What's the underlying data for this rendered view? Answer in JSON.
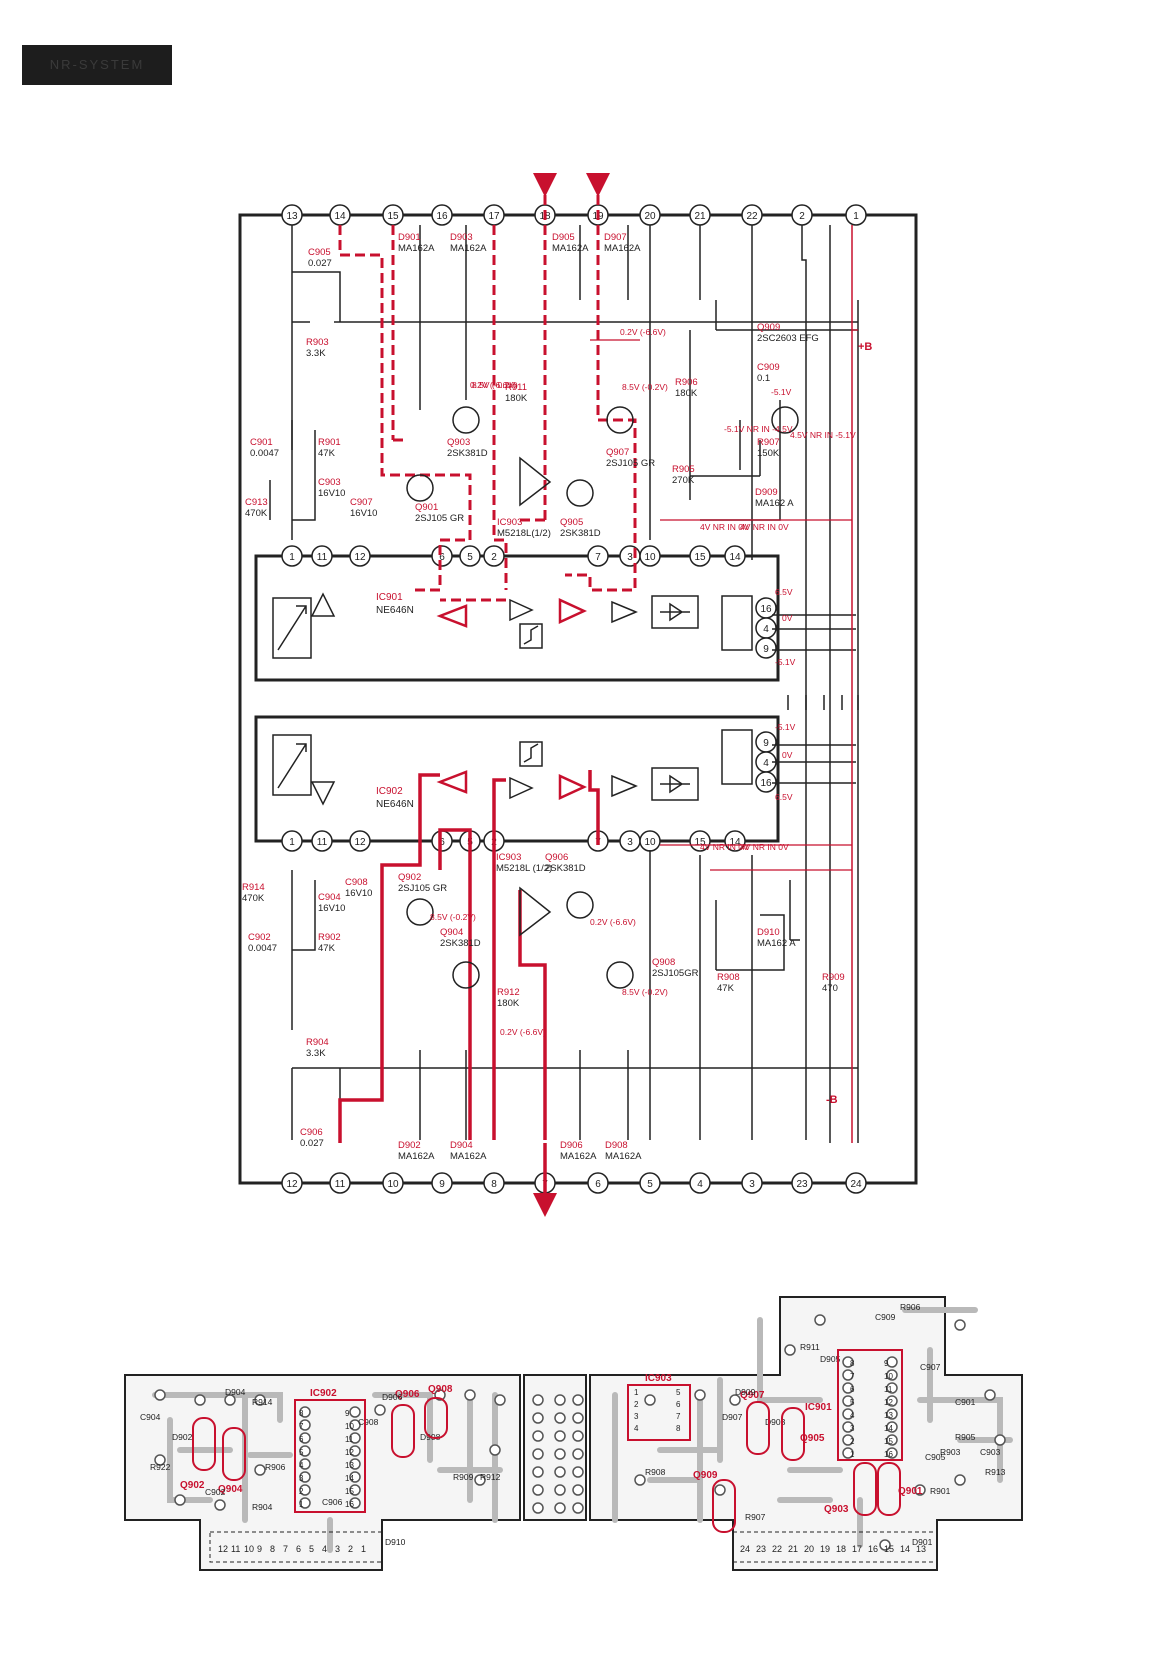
{
  "page_label": "NR-SYSTEM",
  "pins_top": [
    "13",
    "14",
    "15",
    "16",
    "17",
    "18",
    "19",
    "20",
    "21",
    "22",
    "2",
    "1"
  ],
  "pins_bottom": [
    "12",
    "11",
    "10",
    "9",
    "8",
    "7",
    "6",
    "5",
    "4",
    "3",
    "23",
    "24"
  ],
  "rails": {
    "pos": "+B",
    "neg": "-B"
  },
  "ic901": {
    "name": "IC901",
    "part": "NE646N",
    "pins_top": [
      "1",
      "11",
      "12",
      "6",
      "5",
      "2",
      "7",
      "3",
      "10",
      "15",
      "14"
    ],
    "pins_right": [
      "16",
      "4",
      "9"
    ]
  },
  "ic902": {
    "name": "IC902",
    "part": "NE646N",
    "pins_bottom": [
      "1",
      "11",
      "12",
      "6",
      "5",
      "2",
      "7",
      "3",
      "10",
      "15",
      "14"
    ],
    "pins_right": [
      "9",
      "4",
      "16"
    ]
  },
  "components_top": [
    {
      "ref": "D901",
      "val": "MA162A"
    },
    {
      "ref": "D903",
      "val": "MA162A"
    },
    {
      "ref": "D905",
      "val": "MA162A"
    },
    {
      "ref": "D907",
      "val": "MA162A"
    },
    {
      "ref": "C905",
      "val": "0.027"
    },
    {
      "ref": "R903",
      "val": "3.3K"
    },
    {
      "ref": "C901",
      "val": "0.0047"
    },
    {
      "ref": "R901",
      "val": "47K"
    },
    {
      "ref": "C903",
      "val": "16V10"
    },
    {
      "ref": "C913",
      "val": "470K"
    },
    {
      "ref": "C907",
      "val": "16V10"
    },
    {
      "ref": "Q901",
      "val": "2SJ105 GR"
    },
    {
      "ref": "Q903",
      "val": "2SK381D"
    },
    {
      "ref": "R911",
      "val": "180K"
    },
    {
      "ref": "IC903",
      "val": "M5218L(1/2)"
    },
    {
      "ref": "Q905",
      "val": "2SK381D"
    },
    {
      "ref": "Q907",
      "val": "2SJ105 GR"
    },
    {
      "ref": "R906",
      "val": "180K"
    },
    {
      "ref": "R905",
      "val": "270K"
    },
    {
      "ref": "Q909",
      "val": "2SC2603 EFG"
    },
    {
      "ref": "C909",
      "val": "0.1"
    },
    {
      "ref": "R907",
      "val": "150K"
    },
    {
      "ref": "D909",
      "val": "MA162 A"
    }
  ],
  "components_bottom": [
    {
      "ref": "R914",
      "val": "470K"
    },
    {
      "ref": "C904",
      "val": "16V10"
    },
    {
      "ref": "C902",
      "val": "0.0047"
    },
    {
      "ref": "R902",
      "val": "47K"
    },
    {
      "ref": "C908",
      "val": "16V10"
    },
    {
      "ref": "Q902",
      "val": "2SJ105 GR"
    },
    {
      "ref": "Q904",
      "val": "2SK381D"
    },
    {
      "ref": "IC903",
      "val": "M5218L (1/2)"
    },
    {
      "ref": "Q906",
      "val": "2SK381D"
    },
    {
      "ref": "Q908",
      "val": "2SJ105GR"
    },
    {
      "ref": "R912",
      "val": "180K"
    },
    {
      "ref": "R904",
      "val": "3.3K"
    },
    {
      "ref": "C906",
      "val": "0.027"
    },
    {
      "ref": "D902",
      "val": "MA162A"
    },
    {
      "ref": "D904",
      "val": "MA162A"
    },
    {
      "ref": "D906",
      "val": "MA162A"
    },
    {
      "ref": "D908",
      "val": "MA162A"
    },
    {
      "ref": "D910",
      "val": "MA162 A"
    },
    {
      "ref": "R908",
      "val": "47K"
    },
    {
      "ref": "R909",
      "val": "470"
    }
  ],
  "voltages_top": [
    "0.2V (-6.6V)",
    "0.2V (-6.6V)",
    "8.5V (-0.2V)",
    "8.5V (-0.2V)",
    "-5.1V",
    "-5.1V NR IN -4.5V",
    "4.5V NR IN -5.1V",
    "4V NR IN 0V",
    "4V NR IN 0V",
    "6.5V",
    "-5.1V",
    "0V"
  ],
  "voltages_bottom": [
    "8.5V (-0.2V)",
    "0.2V (-6.6V)",
    "0.2V (-6.6V)",
    "8.5V (-0.2V)",
    "4V NR IN 0V",
    "4V NR IN 0V",
    "-5.1V",
    "6.5V",
    "0V"
  ],
  "pcb_labels_red": [
    "IC902",
    "Q906",
    "Q908",
    "Q902",
    "Q904",
    "IC903",
    "Q907",
    "IC901",
    "Q905",
    "Q909",
    "Q903",
    "Q901"
  ],
  "pcb_labels_black": [
    "C904",
    "D902",
    "D904",
    "R914",
    "R922",
    "C902",
    "R906",
    "R904",
    "C906",
    "C908",
    "D906",
    "D908",
    "D910",
    "R909",
    "R912",
    "R908",
    "R907",
    "R911",
    "D905",
    "C909",
    "R906",
    "C907",
    "C901",
    "R905",
    "R903",
    "C905",
    "C903",
    "R913",
    "R901",
    "D901",
    "D907",
    "D909",
    "D903"
  ],
  "pcb_left_pins": [
    "12",
    "11",
    "10",
    "9",
    "8",
    "7",
    "6",
    "5",
    "4",
    "3",
    "2",
    "1"
  ],
  "pcb_right_pins": [
    "24",
    "23",
    "22",
    "21",
    "20",
    "19",
    "18",
    "17",
    "16",
    "15",
    "14",
    "13"
  ],
  "pcb_ic_pins_a": [
    "8",
    "7",
    "6",
    "5",
    "4",
    "3",
    "2",
    "1"
  ],
  "pcb_ic_pins_b": [
    "9",
    "10",
    "11",
    "12",
    "13",
    "14",
    "15",
    "16"
  ],
  "pcb_ic903_pins": [
    "1",
    "2",
    "3",
    "4",
    "5",
    "6",
    "7",
    "8"
  ],
  "colors": {
    "trace_red": "#c8102e",
    "ink": "#222222",
    "pcb_copper": "#b9b9b9",
    "pcb_pad": "#ffffff"
  }
}
